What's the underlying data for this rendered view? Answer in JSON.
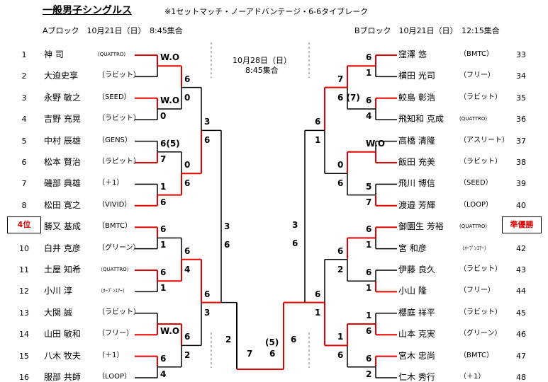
{
  "title": "一般男子シングルス",
  "rules_note": "※1セットマッチ・ノーアドバンテージ・6-6タイブレーク",
  "block_a": {
    "header": "Aブロック　10月21日（日）　8:45集合",
    "players": [
      {
        "no": "1",
        "name": "神 司",
        "team": "(QUATTRO)"
      },
      {
        "no": "2",
        "name": "大迫史享",
        "team": "（ラビット）"
      },
      {
        "no": "3",
        "name": "永野 敏之",
        "team": "（SEED）"
      },
      {
        "no": "4",
        "name": "吉野 充晃",
        "team": "（ラビット）"
      },
      {
        "no": "5",
        "name": "中村 辰雄",
        "team": "（GENS）"
      },
      {
        "no": "6",
        "name": "松本 賢治",
        "team": "（ラビット）"
      },
      {
        "no": "7",
        "name": "磯部 典雄",
        "team": "（＋1）"
      },
      {
        "no": "8",
        "name": "松田 寛之",
        "team": "（VIVID）"
      },
      {
        "no": "9",
        "name": "勝又 基成",
        "team": "（BMTC）"
      },
      {
        "no": "10",
        "name": "白井 克彦",
        "team": "（グリーン）"
      },
      {
        "no": "11",
        "name": "土屋 知希",
        "team": "（QUATTRO）"
      },
      {
        "no": "12",
        "name": "小川 淳",
        "team": "（ｵｰﾌﾟﾝｴｱｰ）"
      },
      {
        "no": "13",
        "name": "大関 誠",
        "team": "（ラビット）"
      },
      {
        "no": "14",
        "name": "山田 敏和",
        "team": "（フリー）"
      },
      {
        "no": "15",
        "name": "八木 牧夫",
        "team": "（＋1）"
      },
      {
        "no": "16",
        "name": "服部 共師",
        "team": "（LOOP）"
      }
    ],
    "rank_label": "4位"
  },
  "block_b": {
    "header": "Bブロック　10月21日（日）　12:15集合",
    "players": [
      {
        "no": "33",
        "name": "窪澤 悠",
        "team": "（BMTC）"
      },
      {
        "no": "34",
        "name": "横田 光司",
        "team": "（フリー）"
      },
      {
        "no": "35",
        "name": "鮫島 彰浩",
        "team": "（ラビット）"
      },
      {
        "no": "36",
        "name": "飛知和 克成",
        "team": "(QUATTRO)"
      },
      {
        "no": "37",
        "name": "高橋 清隆",
        "team": "（アスリート）"
      },
      {
        "no": "38",
        "name": "飯田 充美",
        "team": "（ラビット）"
      },
      {
        "no": "39",
        "name": "飛川 博信",
        "team": "（SEED）"
      },
      {
        "no": "40",
        "name": "渡邉 芳輝",
        "team": "（LOOP）"
      },
      {
        "no": "41",
        "name": "御園生 芳裕",
        "team": "(QUATTRO)"
      },
      {
        "no": "42",
        "name": "宮 和彦",
        "team": "（ｵｰﾌﾟﾝｴｱｰ）"
      },
      {
        "no": "43",
        "name": "伊藤 良久",
        "team": "（ラビット）"
      },
      {
        "no": "44",
        "name": "小山 隆",
        "team": "（フリー）"
      },
      {
        "no": "45",
        "name": "櫻庭 祥平",
        "team": "（ラビット）"
      },
      {
        "no": "46",
        "name": "山本 克実",
        "team": "（グリーン）"
      },
      {
        "no": "47",
        "name": "宮木 忠尚",
        "team": "（BMTC）"
      },
      {
        "no": "48",
        "name": "仁木 秀行",
        "team": "（＋1）"
      }
    ],
    "rank_label": "準優勝"
  },
  "final_note": {
    "date": "10月28日（日）",
    "time": "8:45集合"
  },
  "scores_a": {
    "r1": [
      [
        "W.O",
        ""
      ],
      [
        "W.O",
        "0"
      ],
      [
        "6(5)",
        "7"
      ],
      [
        "1",
        "6"
      ],
      [
        "6",
        "1"
      ],
      [
        "6",
        "1"
      ],
      [
        "",
        "W.O"
      ],
      [
        "6",
        "4"
      ]
    ],
    "r2": [
      [
        "6",
        "0"
      ],
      [
        "0",
        "6"
      ],
      [
        "6",
        "4"
      ],
      [
        "6",
        "2"
      ]
    ],
    "r3": [
      [
        "3",
        "6"
      ],
      [
        "6",
        "3"
      ]
    ],
    "r4": [
      "3",
      "6"
    ]
  },
  "scores_b": {
    "r1": [
      [
        "6",
        "1"
      ],
      [
        "6",
        "4"
      ],
      [
        "W.O",
        ""
      ],
      [
        "5",
        "7"
      ],
      [
        "6",
        "1"
      ],
      [
        "6",
        "1"
      ],
      [
        "1",
        "6"
      ],
      [
        "6",
        "2"
      ]
    ],
    "r2": [
      [
        "7",
        "6 (7)"
      ],
      [
        "0",
        "6"
      ],
      [
        "6",
        "2"
      ],
      [
        "1",
        "6"
      ]
    ],
    "r3": [
      [
        "6",
        "1"
      ],
      [
        "6",
        "1"
      ]
    ],
    "r4": [
      "3",
      "6"
    ]
  },
  "final": {
    "left": "2",
    "center_left": "7",
    "center_right_tb": "(5)",
    "center_right": "6",
    "right": "6"
  }
}
